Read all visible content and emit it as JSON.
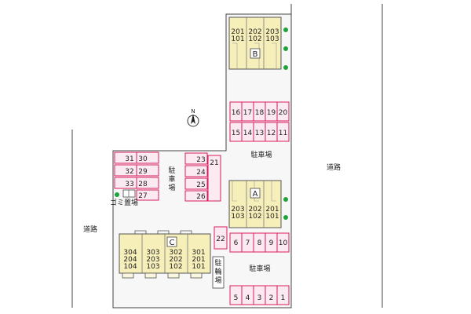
{
  "labels": {
    "road_left": "道路",
    "road_right": "道路",
    "parking_top": "駐車場",
    "parking_bottom": "駐車場",
    "parking_left": "駐車場",
    "garbage": "ゴミ置場",
    "bicycle": "駐輪場",
    "north": "N"
  },
  "buildings": {
    "B": {
      "name": "B",
      "cols": [
        [
          "201",
          "101"
        ],
        [
          "202",
          "102"
        ],
        [
          "203",
          "103"
        ]
      ]
    },
    "A": {
      "name": "A",
      "cols": [
        [
          "203",
          "103"
        ],
        [
          "202",
          "102"
        ],
        [
          "201",
          "101"
        ]
      ]
    },
    "C": {
      "name": "C",
      "cols": [
        [
          "304",
          "204",
          "104"
        ],
        [
          "303",
          "203",
          "103"
        ],
        [
          "302",
          "202",
          "102"
        ],
        [
          "301",
          "201",
          "101"
        ]
      ]
    }
  },
  "parking": {
    "right_row1": [
      "16",
      "17",
      "18",
      "19",
      "20"
    ],
    "right_row2": [
      "15",
      "14",
      "13",
      "12",
      "11"
    ],
    "right_row3": [
      "6",
      "7",
      "8",
      "9",
      "10"
    ],
    "right_row4": [
      "5",
      "4",
      "3",
      "2",
      "1"
    ],
    "left_col1": [
      "31",
      "32",
      "33"
    ],
    "left_col2": [
      "30",
      "29",
      "28",
      "27"
    ],
    "mid_col": [
      "23",
      "24",
      "25",
      "26"
    ],
    "mid_single": "21",
    "mid_single2": "22"
  },
  "colors": {
    "slot_border": "#d81c5e",
    "slot_fill": "#fbeaf1",
    "building_fill": "#f6efb9",
    "tree": "#1fa33b"
  }
}
